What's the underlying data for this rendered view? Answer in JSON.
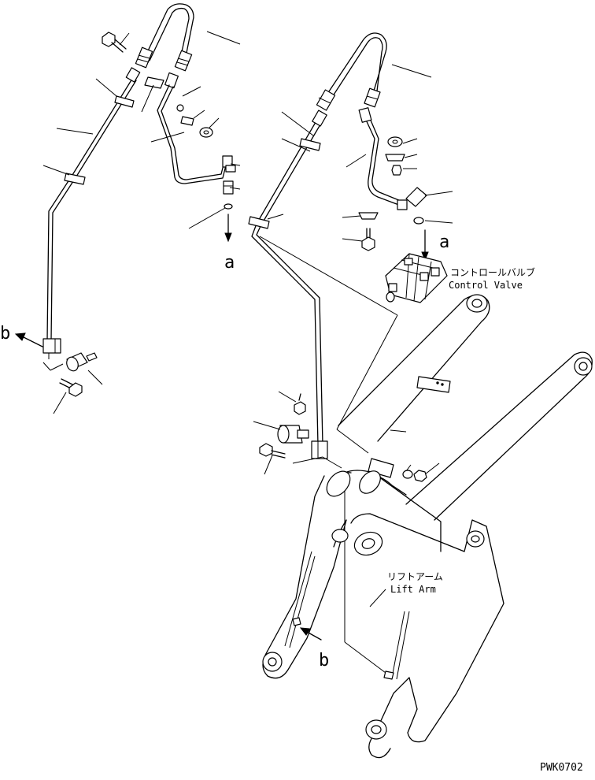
{
  "diagram": {
    "labels": {
      "ref_a": "a",
      "ref_a_valve": "a",
      "ref_b_left": "b",
      "ref_b_arm": "b",
      "control_valve_jp": "コントロールバルブ",
      "control_valve_en": "Control Valve",
      "lift_arm_jp": "リフトアーム",
      "lift_arm_en": "Lift Arm",
      "drawing_code": "PWK0702"
    }
  }
}
